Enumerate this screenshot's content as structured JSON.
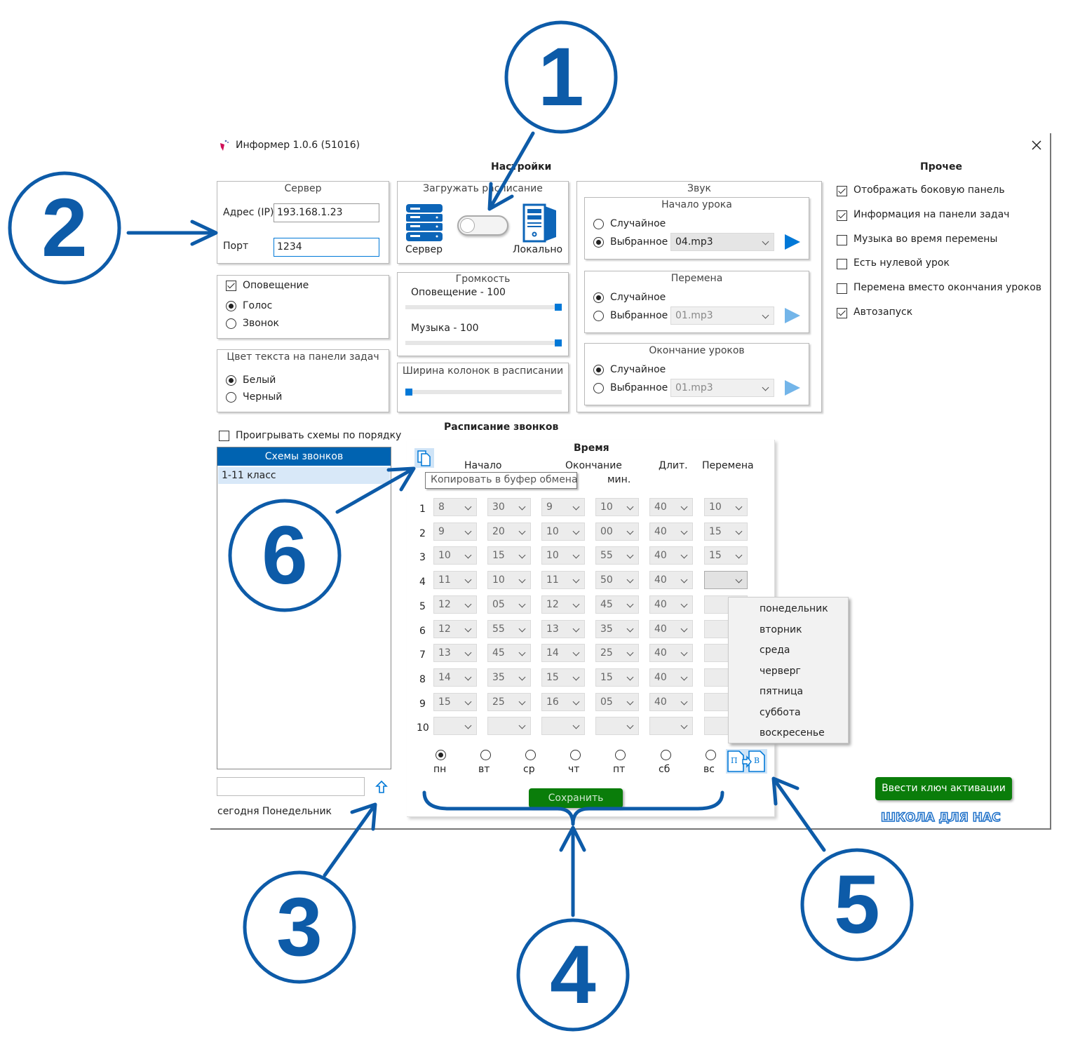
{
  "window": {
    "title": "Информер 1.0.6 (51016)",
    "close_icon": "close-icon"
  },
  "settings": {
    "heading": "Настройки",
    "server": {
      "title": "Сервер",
      "ip_label": "Адрес (IP)",
      "ip_value": "193.168.1.23",
      "port_label": "Порт",
      "port_value": "1234"
    },
    "load_schedule": {
      "title": "Загружать расписание",
      "server_label": "Сервер",
      "local_label": "Локально",
      "toggle_on": false
    },
    "notification": {
      "checkbox_label": "Оповещение",
      "checked": true,
      "voice_label": "Голос",
      "bell_label": "Звонок",
      "selected": "voice"
    },
    "taskbar_color": {
      "title": "Цвет текста на панели задач",
      "white_label": "Белый",
      "black_label": "Черный",
      "selected": "white"
    },
    "volume": {
      "title": "Громкость",
      "notification_label": "Оповещение - 100",
      "notification_value": 100,
      "music_label": "Музыка - 100",
      "music_value": 100
    },
    "column_width": {
      "title": "Ширина колонок в расписании",
      "value": 0
    },
    "sound": {
      "title": "Звук",
      "groups": [
        {
          "title": "Начало урока",
          "random_label": "Случайное",
          "chosen_label": "Выбранное",
          "selected": "chosen",
          "file": "04.mp3",
          "enabled": true
        },
        {
          "title": "Перемена",
          "random_label": "Случайное",
          "chosen_label": "Выбранное",
          "selected": "random",
          "file": "01.mp3",
          "enabled": false
        },
        {
          "title": "Окончание уроков",
          "random_label": "Случайное",
          "chosen_label": "Выбранное",
          "selected": "random",
          "file": "01.mp3",
          "enabled": false
        }
      ]
    }
  },
  "other": {
    "title": "Прочее",
    "options": [
      {
        "label": "Отображать боковую панель",
        "checked": true
      },
      {
        "label": "Информация на панели задач",
        "checked": true
      },
      {
        "label": "Музыка во время перемены",
        "checked": false
      },
      {
        "label": "Есть нулевой урок",
        "checked": false
      },
      {
        "label": "Перемена вместо окончания уроков",
        "checked": false
      },
      {
        "label": "Автозапуск",
        "checked": true
      }
    ]
  },
  "schemes": {
    "play_in_order_label": "Проигрывать схемы по порядку",
    "play_in_order": false,
    "header": "Схемы звонков",
    "items": [
      "1-11 класс"
    ],
    "new_scheme_value": "",
    "today": "сегодня Понедельник"
  },
  "schedule": {
    "title": "Расписание звонков",
    "time_header": "Время",
    "col_start": "Начало",
    "col_end": "Окончание",
    "col_duration": "Длит.",
    "col_minutes": "мин.",
    "col_break": "Перемена",
    "copy_tooltip": "Копировать в буфер обмена",
    "rows": [
      {
        "n": "1",
        "cells": [
          "8",
          "30",
          "9",
          "10",
          "40",
          "10"
        ]
      },
      {
        "n": "2",
        "cells": [
          "9",
          "20",
          "10",
          "00",
          "40",
          "15"
        ]
      },
      {
        "n": "3",
        "cells": [
          "10",
          "15",
          "10",
          "55",
          "40",
          "15"
        ]
      },
      {
        "n": "4",
        "cells": [
          "11",
          "10",
          "11",
          "50",
          "40",
          ""
        ]
      },
      {
        "n": "5",
        "cells": [
          "12",
          "05",
          "12",
          "45",
          "40",
          ""
        ]
      },
      {
        "n": "6",
        "cells": [
          "12",
          "55",
          "13",
          "35",
          "40",
          ""
        ]
      },
      {
        "n": "7",
        "cells": [
          "13",
          "45",
          "14",
          "25",
          "40",
          ""
        ]
      },
      {
        "n": "8",
        "cells": [
          "14",
          "35",
          "15",
          "15",
          "40",
          ""
        ]
      },
      {
        "n": "9",
        "cells": [
          "15",
          "25",
          "16",
          "05",
          "40",
          ""
        ]
      },
      {
        "n": "10",
        "cells": [
          "",
          "",
          "",
          "",
          "",
          ""
        ]
      }
    ],
    "days": [
      "пн",
      "вт",
      "ср",
      "чт",
      "пт",
      "сб",
      "вс"
    ],
    "selected_day": 0,
    "transfer_icon_letters": [
      "П",
      "В"
    ],
    "day_menu": [
      "понедельник",
      "вторник",
      "среда",
      "черверг",
      "пятница",
      "суббота",
      "воскресенье"
    ],
    "save_label": "Сохранить"
  },
  "activation_button": "Ввести ключ активации",
  "logo_text": "ШКОЛА ДЛЯ НАС",
  "annotations": [
    "1",
    "2",
    "3",
    "4",
    "5",
    "6"
  ],
  "colors": {
    "accent": "#0078d7",
    "annotation": "#0d5ba8",
    "green": "#0a7d0a"
  }
}
